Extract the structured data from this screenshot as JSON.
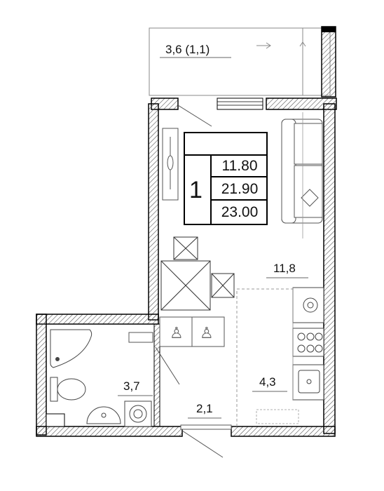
{
  "apartment": {
    "rooms_count": "1",
    "areas": {
      "living": "11.80",
      "total_no_balcony": "21.90",
      "total": "23.00"
    }
  },
  "rooms": {
    "balcony": "3,6 (1,1)",
    "living_room": "11,8",
    "kitchen": "4,3",
    "hallway": "2,1",
    "bathroom": "3,7"
  }
}
